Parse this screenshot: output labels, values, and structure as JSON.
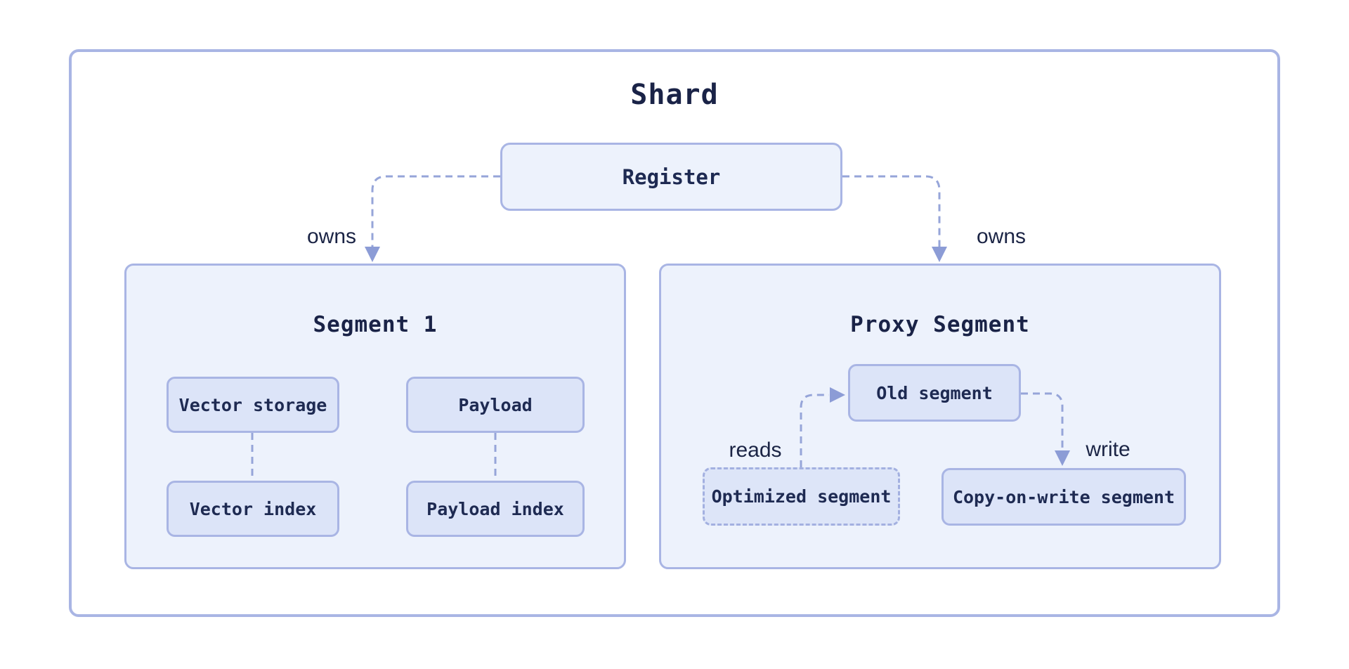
{
  "shard": {
    "title": "Shard"
  },
  "register": {
    "label": "Register"
  },
  "edge_labels": {
    "owns_left": "owns",
    "owns_right": "owns",
    "reads": "reads",
    "write": "write"
  },
  "segment1": {
    "title": "Segment 1",
    "nodes": {
      "vector_storage": "Vector storage",
      "payload": "Payload",
      "vector_index": "Vector index",
      "payload_index": "Payload index"
    }
  },
  "proxy_segment": {
    "title": "Proxy Segment",
    "nodes": {
      "old_segment": "Old segment",
      "optimized_segment": "Optimized segment",
      "copy_on_write_segment": "Copy-on-write segment"
    }
  },
  "colors": {
    "canvas_bg": "#ffffff",
    "box_border": "#a9b5e4",
    "container_fill": "#edf2fc",
    "node_fill": "#dce4f8",
    "connector_line": "#96a5d9",
    "arrowhead": "#8c9cd6",
    "title_text": "#1a2347",
    "node_text": "#1e2a52",
    "edge_label_text": "#1b2445"
  }
}
